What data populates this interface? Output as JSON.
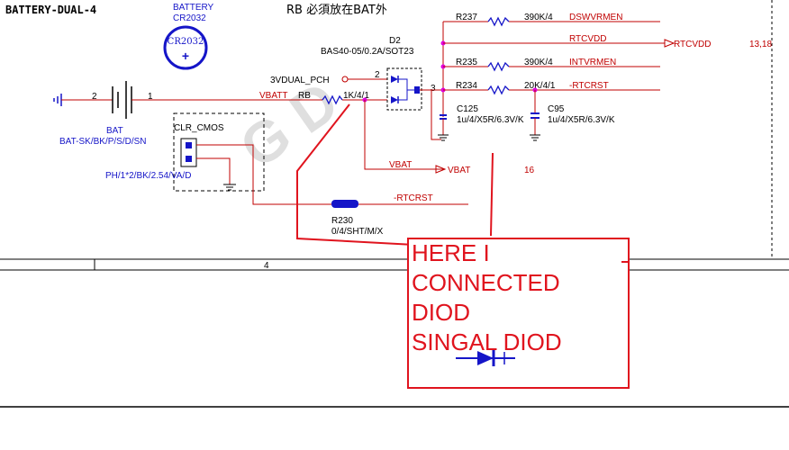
{
  "header": {
    "title": "BATTERY-DUAL-4",
    "note": "RB 必須放在BAT外",
    "watermark": "G      D"
  },
  "battery_symbol": {
    "label": "BATTERY",
    "part": "CR2032",
    "badge_text": "CR2032",
    "badge_sign": "+",
    "badge_color": "#1515c8"
  },
  "bat": {
    "ref": "BAT",
    "desc": "BAT-SK/BK/P/S/D/SN",
    "pin2": "2",
    "pin1": "1"
  },
  "clr_cmos": {
    "ref": "CLR_CMOS",
    "desc": "PH/1*2/BK/2.54/VA/D"
  },
  "net_labels": {
    "vbatt": "VBATT",
    "rb": "RB",
    "rb_value": "1K/4/1",
    "vdual": "3VDUAL_PCH",
    "d2_pin2": "2",
    "d2_pin3": "3",
    "vbat": "VBAT",
    "vbat_port": "VBAT",
    "vbat_page": "16",
    "rtcrst": "-RTCRST"
  },
  "d2": {
    "ref": "D2",
    "part": "BAS40-05/0.2A/SOT23"
  },
  "right_nets": {
    "r237": "R237",
    "r237_val": "390K/4",
    "dswvrmen": "DSWVRMEN",
    "rtcvdd": "RTCVDD",
    "rtcvdd_port": "RTCVDD",
    "rtcvdd_pages": "13,18",
    "r235": "R235",
    "r235_val": "390K/4",
    "intvrmen": "INTVRMEN",
    "r234": "R234",
    "r234_val": "20K/4/1",
    "rtcrst_right": "-RTCRST",
    "c125": "C125",
    "c125_val": "1u/4/X5R/6.3V/K",
    "c95": "C95",
    "c95_val": "1u/4/X5R/6.3V/K"
  },
  "r230": {
    "ref": "R230",
    "value": "0/4/SHT/M/X"
  },
  "border": {
    "zone": "4"
  },
  "annotation": {
    "lines": [
      "HERE I",
      "CONNECTED",
      "DIOD",
      "SINGAL DIOD"
    ],
    "color": "#e0141e"
  },
  "colors": {
    "wire": "#c00000",
    "component": "#1515c8",
    "text": "#000000",
    "junction": "#e000e0",
    "ground": "#208020"
  }
}
